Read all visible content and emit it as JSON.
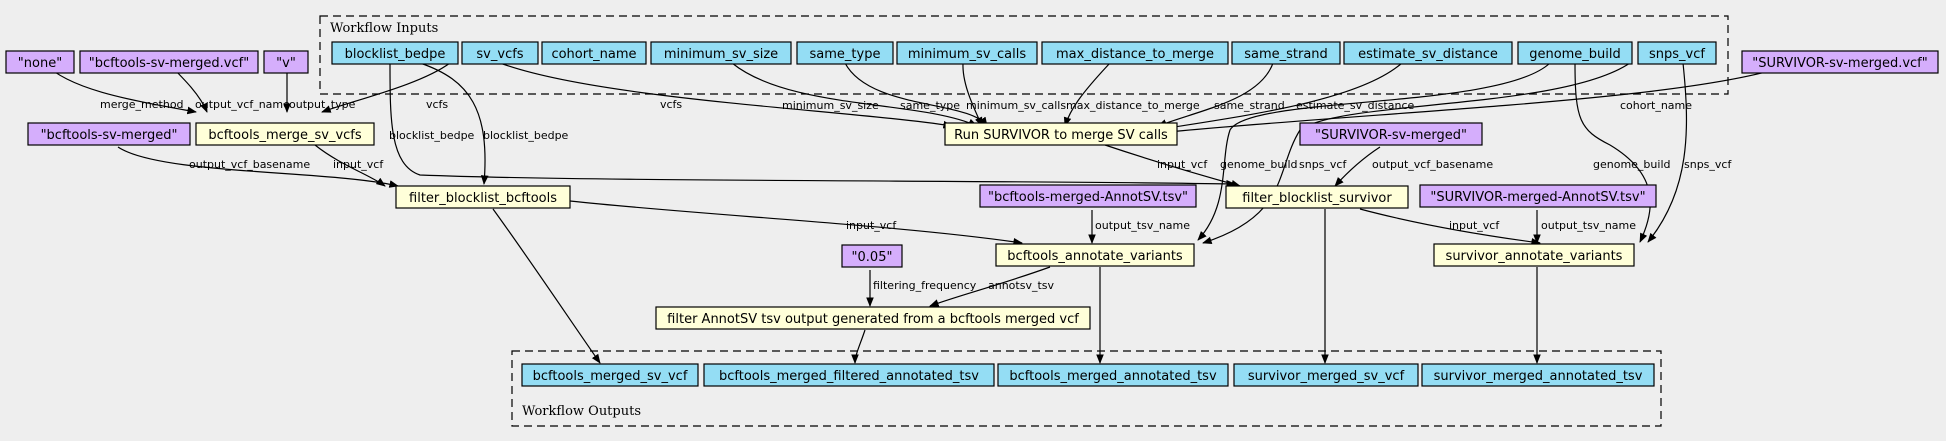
{
  "clusters": {
    "inputs": "Workflow Inputs",
    "outputs": "Workflow Outputs"
  },
  "colors": {
    "background": "#eeeeee",
    "input_node": "#94ddf4",
    "literal_node": "#d5aefc",
    "step_node": "#ffffd9"
  },
  "inputs": {
    "blocklist_bedpe": "blocklist_bedpe",
    "sv_vcfs": "sv_vcfs",
    "cohort_name": "cohort_name",
    "minimum_sv_size": "minimum_sv_size",
    "same_type": "same_type",
    "minimum_sv_calls": "minimum_sv_calls",
    "max_distance_to_merge": "max_distance_to_merge",
    "same_strand": "same_strand",
    "estimate_sv_distance": "estimate_sv_distance",
    "genome_build": "genome_build",
    "snps_vcf": "snps_vcf"
  },
  "literals": {
    "none": "\"none\"",
    "bcftools_merged_vcf": "\"bcftools-sv-merged.vcf\"",
    "v": "\"v\"",
    "survivor_merged_vcf": "\"SURVIVOR-sv-merged.vcf\"",
    "bcftools_merged": "\"bcftools-sv-merged\"",
    "survivor_merged": "\"SURVIVOR-sv-merged\"",
    "bcftools_annotsv": "\"bcftools-merged-AnnotSV.tsv\"",
    "survivor_annotsv": "\"SURVIVOR-merged-AnnotSV.tsv\"",
    "freq": "\"0.05\""
  },
  "steps": {
    "bcftools_merge": "bcftools_merge_sv_vcfs",
    "survivor": "Run SURVIVOR to merge SV calls",
    "filter_bcftools": "filter_blocklist_bcftools",
    "filter_survivor": "filter_blocklist_survivor",
    "bcftools_annotate": "bcftools_annotate_variants",
    "survivor_annotate": "survivor_annotate_variants",
    "filter_annotsv": "filter AnnotSV tsv output generated from a bcftools merged vcf"
  },
  "outputs": {
    "bcftools_merged_sv_vcf": "bcftools_merged_sv_vcf",
    "bcftools_merged_filtered_annotated_tsv": "bcftools_merged_filtered_annotated_tsv",
    "bcftools_merged_annotated_tsv": "bcftools_merged_annotated_tsv",
    "survivor_merged_sv_vcf": "survivor_merged_sv_vcf",
    "survivor_merged_annotated_tsv": "survivor_merged_annotated_tsv"
  },
  "edge_labels": {
    "merge_method": "merge_method",
    "output_vcf_name": "output_vcf_name",
    "output_type": "output_type",
    "vcfs_bcftools": "vcfs",
    "vcfs_survivor": "vcfs",
    "minimum_sv_size": "minimum_sv_size",
    "same_type": "same_type",
    "minimum_sv_calls": "minimum_sv_calls",
    "max_distance_to_merge": "max_distance_to_merge",
    "same_strand": "same_strand",
    "estimate_sv_distance": "estimate_sv_distance",
    "cohort_name": "cohort_name",
    "blocklist_bedpe_b": "blocklist_bedpe",
    "blocklist_bedpe_s": "blocklist_bedpe",
    "output_vcf_basename_b": "output_vcf_basename",
    "input_vcf_b": "input_vcf",
    "input_vcf_s": "input_vcf",
    "output_vcf_basename_s": "output_vcf_basename",
    "genome_build_b": "genome_build",
    "snps_vcf_b": "snps_vcf",
    "genome_build_s": "genome_build",
    "snps_vcf_s": "snps_vcf",
    "input_vcf_ba": "input_vcf",
    "output_tsv_name_b": "output_tsv_name",
    "input_vcf_sa": "input_vcf",
    "output_tsv_name_s": "output_tsv_name",
    "filtering_frequency": "filtering_frequency",
    "annotsv_tsv": "annotsv_tsv"
  }
}
